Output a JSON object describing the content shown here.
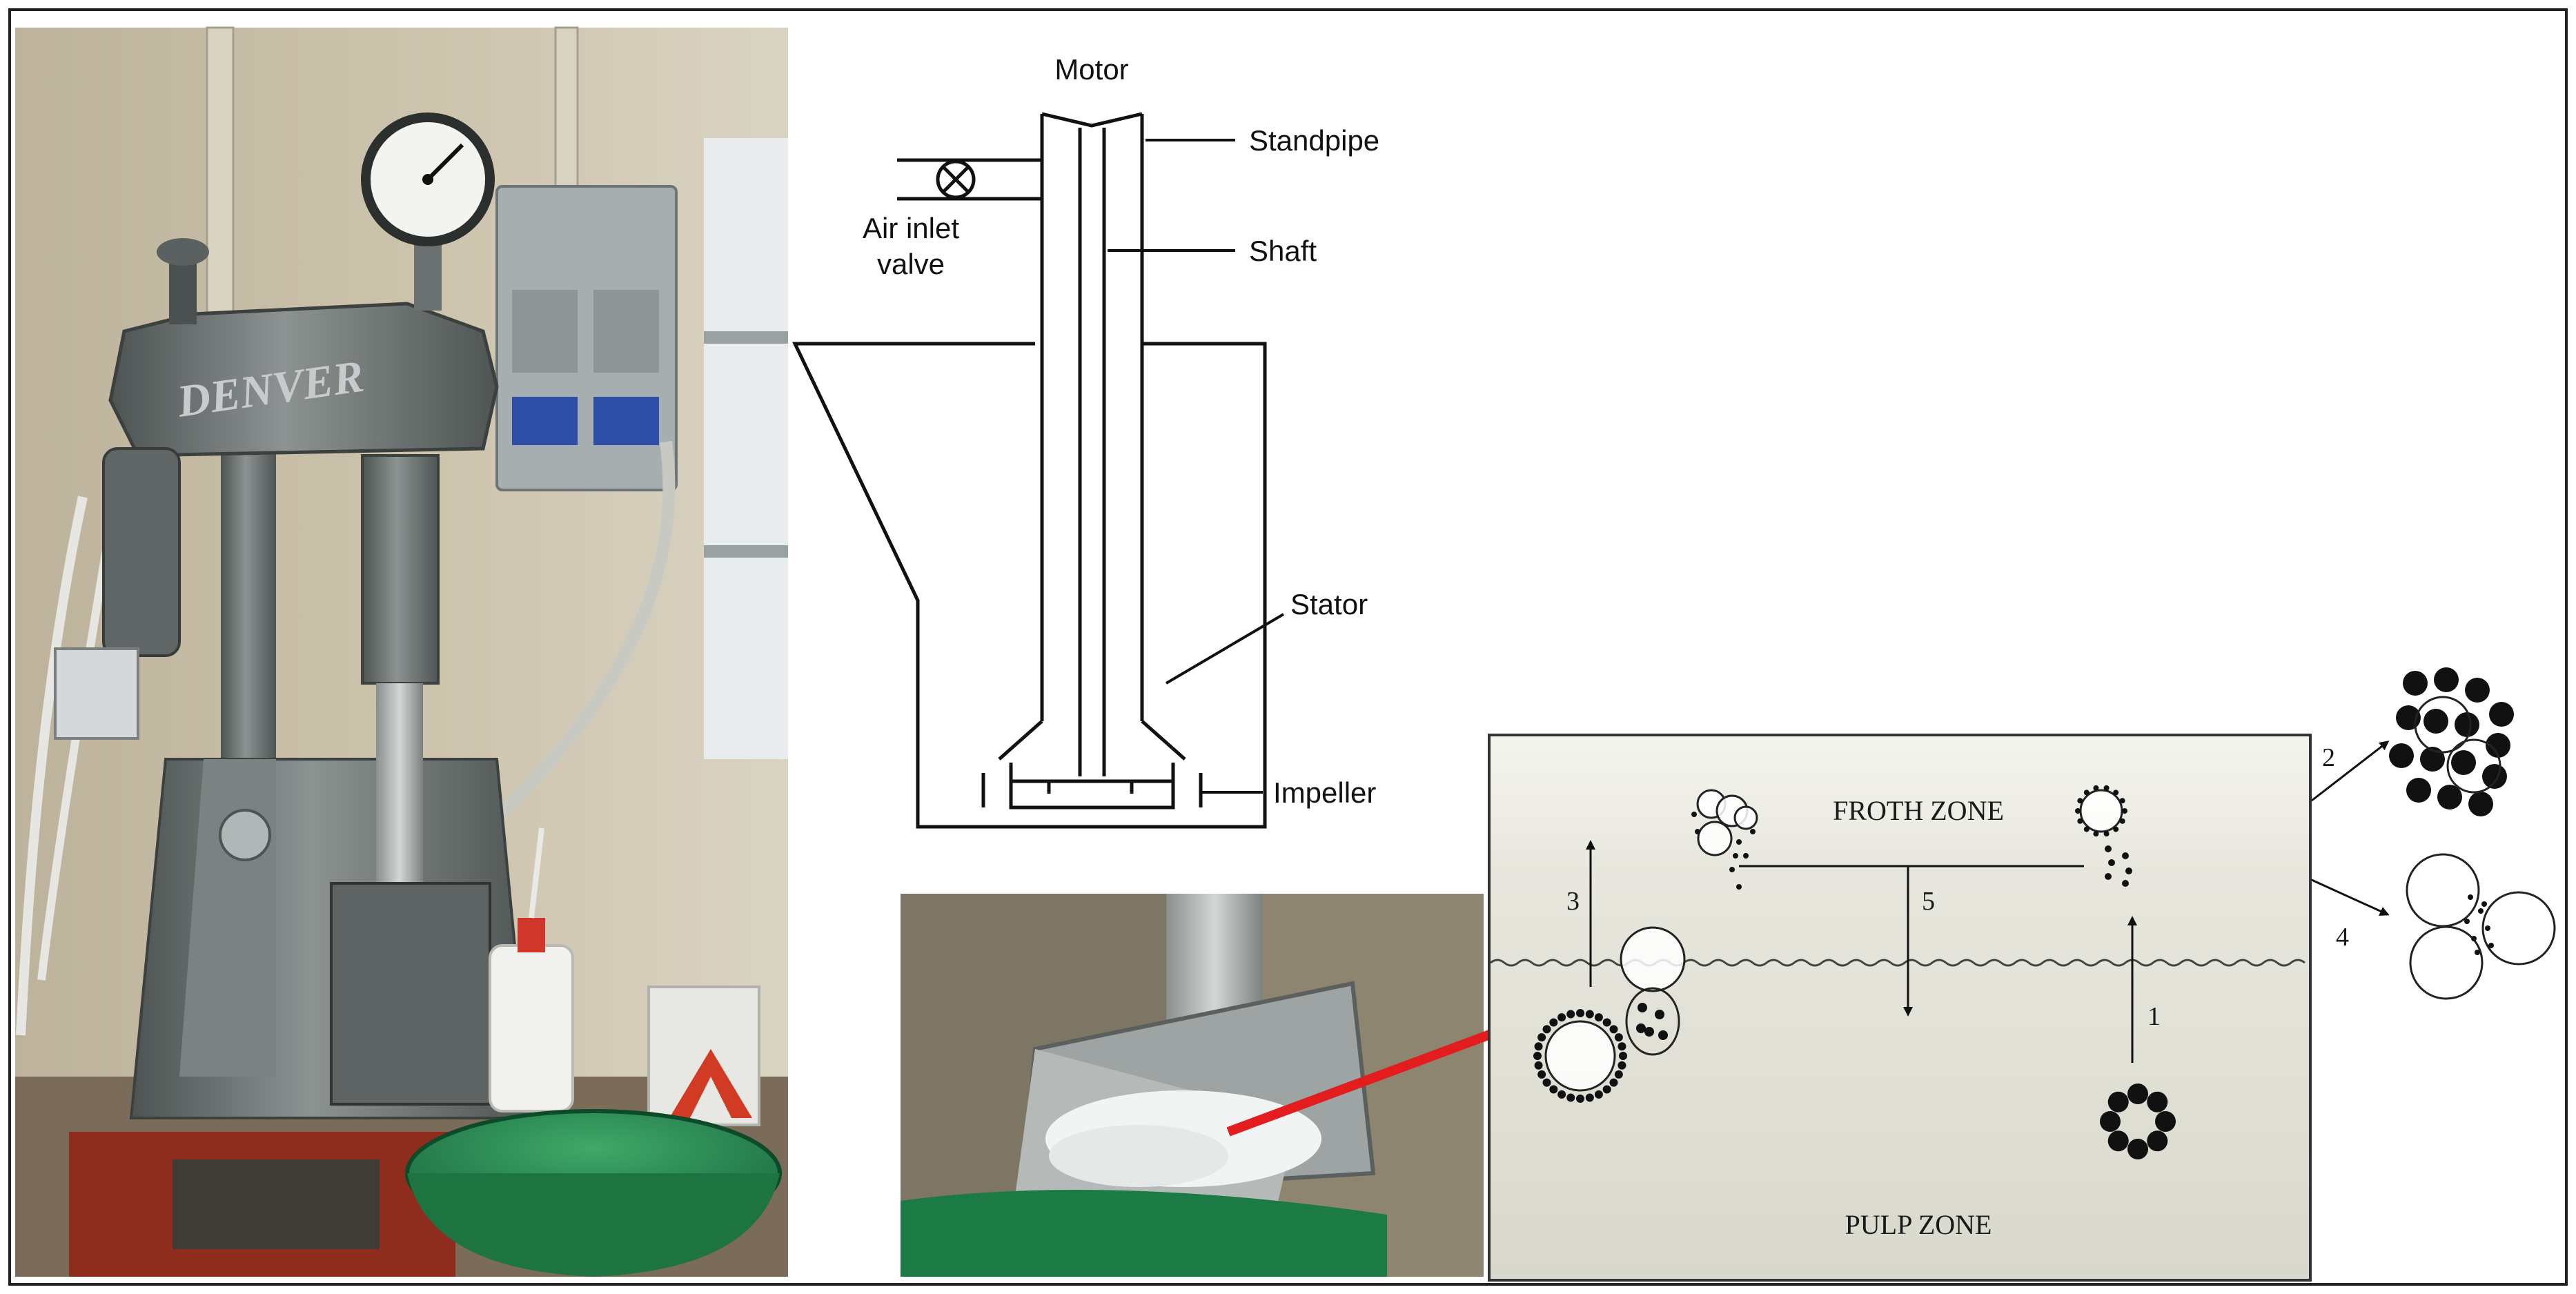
{
  "schematic": {
    "motor": "Motor",
    "standpipe": "Standpipe",
    "air_inlet_line1": "Air inlet",
    "air_inlet_line2": "valve",
    "shaft": "Shaft",
    "stator": "Stator",
    "impeller": "Impeller"
  },
  "photo": {
    "brand": "DENVER"
  },
  "cell": {
    "froth_zone": "FROTH ZONE",
    "pulp_zone": "PULP ZONE",
    "step_1": "1",
    "step_2": "2",
    "step_3": "3",
    "step_4": "4",
    "step_5": "5"
  },
  "colors": {
    "pointer_arrow": "#e31d1d",
    "machine_gray": "#6f7675",
    "bowl_green": "#1f7a43",
    "cell_fill": "#e4e3da"
  },
  "icons": [
    "gauge-icon",
    "particle-bubble-icon"
  ]
}
